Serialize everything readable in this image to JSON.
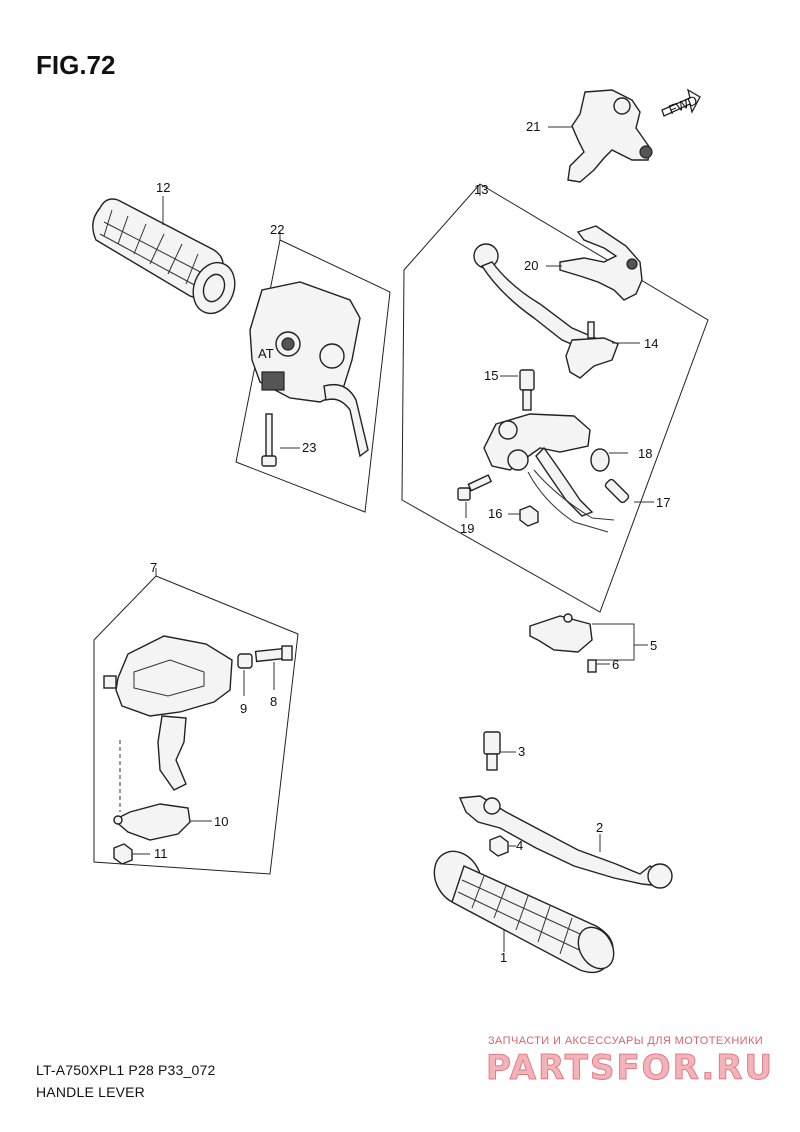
{
  "figure": {
    "title": "FIG.72",
    "model_code": "LT-A750XPL1 P28 P33_072",
    "name": "HANDLE LEVER"
  },
  "direction_marker": "FWD",
  "callouts": {
    "c1": "1",
    "c2": "2",
    "c3": "3",
    "c4": "4",
    "c5": "5",
    "c6": "6",
    "c7": "7",
    "c8": "8",
    "c9": "9",
    "c10": "10",
    "c11": "11",
    "c12": "12",
    "c13": "13",
    "c14": "14",
    "c15": "15",
    "c16": "16",
    "c17": "17",
    "c18": "18",
    "c19": "19",
    "c20": "20",
    "c21": "21",
    "c22": "22",
    "c23": "23"
  },
  "watermark": {
    "tagline": "ЗАПЧАСТИ И АКСЕССУАРЫ ДЛЯ МОТОТЕХНИКИ",
    "brand": "PARTSFOR.RU"
  }
}
